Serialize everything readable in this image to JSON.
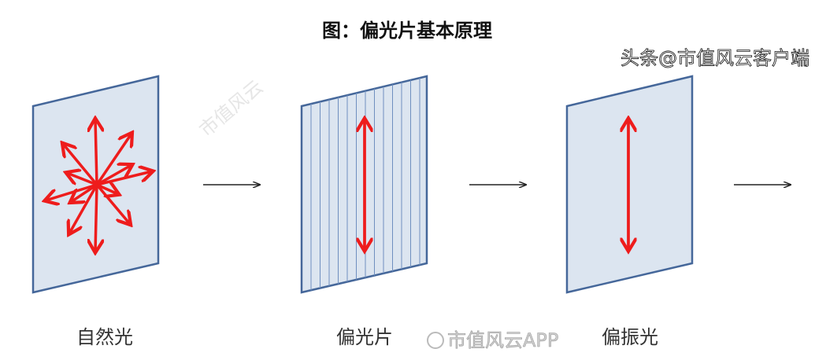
{
  "title": "图：偏光片基本原理",
  "panels": [
    {
      "label": "自然光",
      "polarization": "all-directions"
    },
    {
      "label": "偏光片",
      "polarization": "vertical"
    },
    {
      "label": "偏振光",
      "polarization": "vertical"
    }
  ],
  "watermarks": {
    "weibo": "市值风云APP",
    "toutiao": "头条@市值风云客户端",
    "background": "市值风云"
  },
  "colors": {
    "panel_fill": "#dce5f0",
    "panel_stroke": "#45679a",
    "polarization_arrow": "#ee1c1c",
    "flow_arrow": "#222222"
  }
}
